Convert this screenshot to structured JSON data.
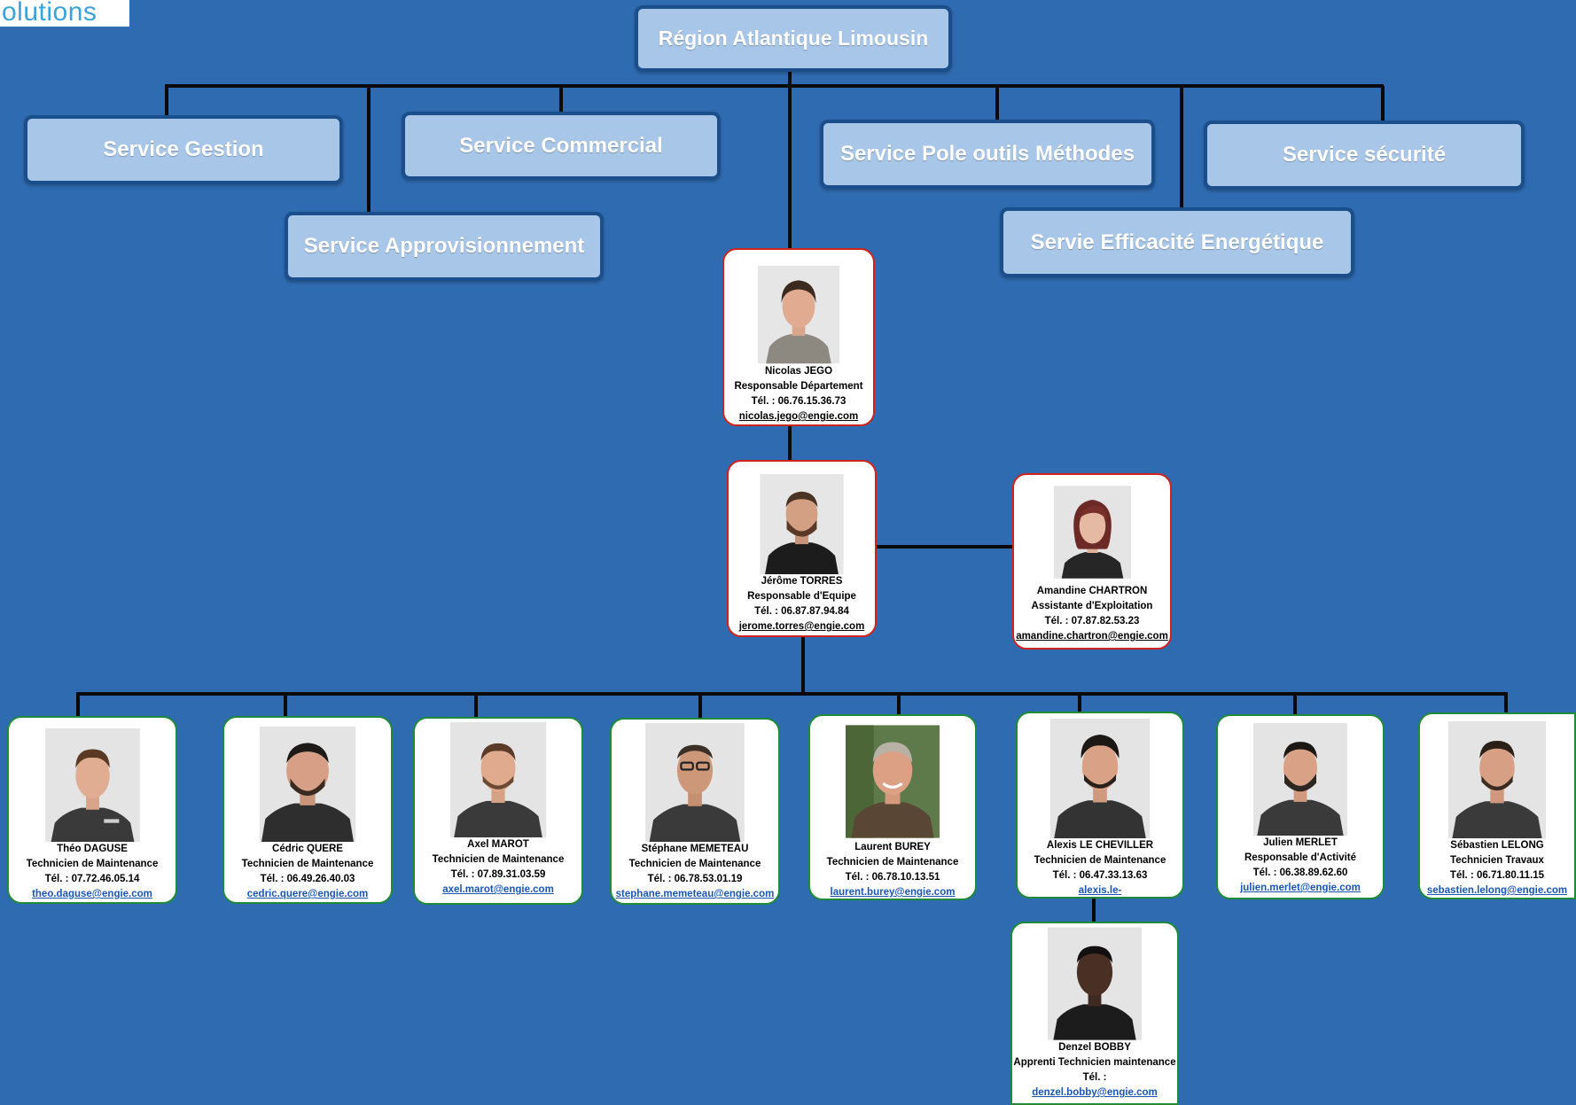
{
  "logo_text": "olutions",
  "region": "Région Atlantique Limousin",
  "services": {
    "gestion": "Service Gestion",
    "commercial": "Service Commercial",
    "pole": "Service Pole outils Méthodes",
    "securite": "Service sécurité",
    "appro": "Service Approvisionnement",
    "efficacite": "Servie Efficacité Energétique"
  },
  "people": {
    "jego": {
      "name": "Nicolas JEGO",
      "role": "Responsable Département",
      "phone": "Tél. : 06.76.15.36.73",
      "email": "nicolas.jego@engie.com"
    },
    "torres": {
      "name": "Jérôme TORRES",
      "role": "Responsable d'Equipe",
      "phone": "Tél. : 06.87.87.94.84",
      "email": "jerome.torres@engie.com"
    },
    "chartron": {
      "name": "Amandine CHARTRON",
      "role": "Assistante d'Exploitation",
      "phone": "Tél. : 07.87.82.53.23",
      "email": "amandine.chartron@engie.com"
    },
    "daguse": {
      "name": "Théo DAGUSE",
      "role": "Technicien de Maintenance",
      "phone": "Tél. : 07.72.46.05.14",
      "email": "theo.daguse@engie.com"
    },
    "quere": {
      "name": "Cédric QUERE",
      "role": "Technicien de Maintenance",
      "phone": "Tél. : 06.49.26.40.03",
      "email": "cedric.quere@engie.com"
    },
    "marot": {
      "name": "Axel MAROT",
      "role": "Technicien de Maintenance",
      "phone": "Tél. : 07.89.31.03.59",
      "email": "axel.marot@engie.com"
    },
    "memeteau": {
      "name": "Stéphane MEMETEAU",
      "role": "Technicien de Maintenance",
      "phone": "Tél. : 06.78.53.01.19",
      "email": "stephane.memeteau@engie.com"
    },
    "burey": {
      "name": "Laurent BUREY",
      "role": "Technicien de Maintenance",
      "phone": "Tél. : 06.78.10.13.51",
      "email": "laurent.burey@engie.com"
    },
    "cheviller": {
      "name": "Alexis LE CHEVILLER",
      "role": "Technicien de Maintenance",
      "phone": "Tél. : 06.47.33.13.63",
      "email": "alexis.le-"
    },
    "merlet": {
      "name": "Julien MERLET",
      "role": "Responsable d'Activité",
      "phone": "Tél. : 06.38.89.62.60",
      "email": "julien.merlet@engie.com"
    },
    "lelong": {
      "name": "Sébastien LELONG",
      "role": "Technicien Travaux",
      "phone": "Tél. : 06.71.80.11.15",
      "email": "sebastien.lelong@engie.com"
    },
    "bobby": {
      "name": "Denzel BOBBY",
      "role": "Apprenti Technicien maintenance",
      "phone": "Tél. :",
      "email": "denzel.bobby@engie.com"
    }
  }
}
